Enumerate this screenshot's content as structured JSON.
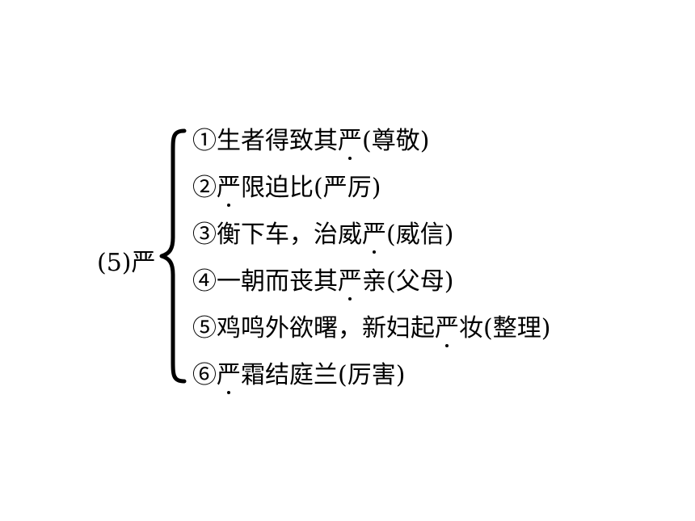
{
  "head": {
    "number": "(5)",
    "word": "严"
  },
  "items": [
    {
      "marker": "①",
      "before": "生者得致其",
      "key": "严",
      "after": "",
      "gloss": "(尊敬)"
    },
    {
      "marker": "②",
      "before": "",
      "key": "严",
      "after": "限迫比",
      "gloss": "(严厉)"
    },
    {
      "marker": "③",
      "before": "衡下车，治威",
      "key": "严",
      "after": "",
      "gloss": "(威信)"
    },
    {
      "marker": "④",
      "before": "一朝而丧其",
      "key": "严",
      "after": "亲",
      "gloss": "(父母)"
    },
    {
      "marker": "⑤",
      "before": "鸡鸣外欲曙，新妇起",
      "key": "严",
      "after": "妆",
      "gloss": "(整理)"
    },
    {
      "marker": "⑥",
      "before": "",
      "key": "严",
      "after": "霜结庭兰",
      "gloss": "(厉害)"
    }
  ]
}
